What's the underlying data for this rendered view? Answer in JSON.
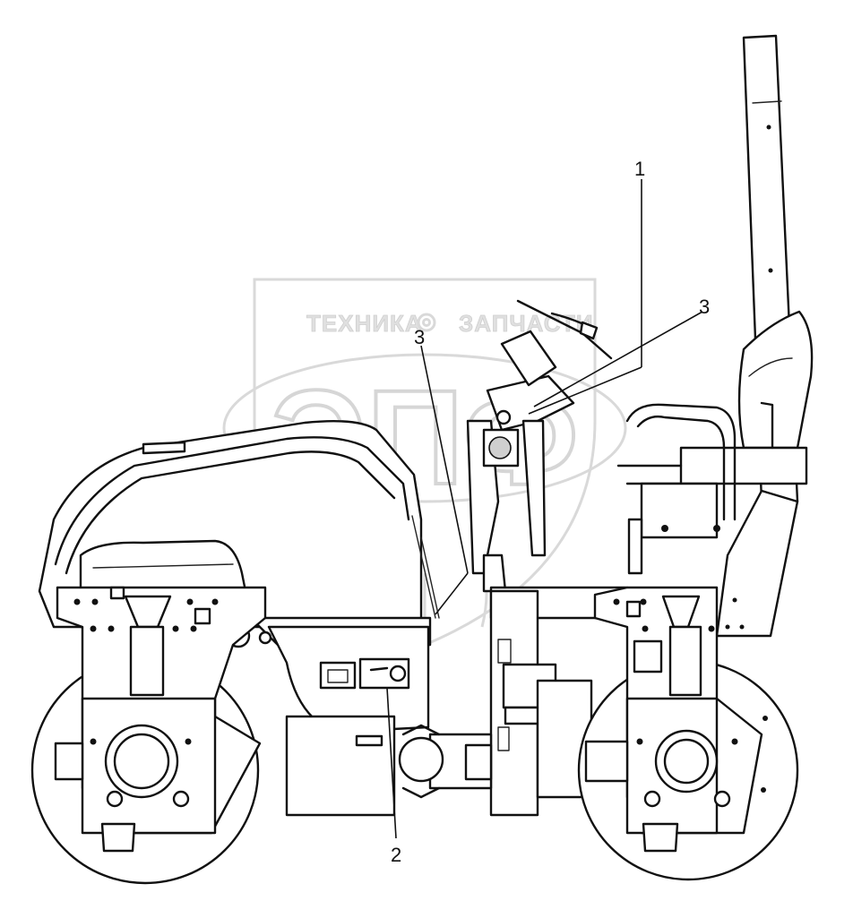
{
  "watermark": {
    "line1_left": "ТЕХНИКА",
    "line1_right": "ЗАПЧАСТИ",
    "emblem": "ЭПФ",
    "gear_icon": "gear-icon"
  },
  "callouts": [
    {
      "id": "1",
      "label": "1"
    },
    {
      "id": "2",
      "label": "2"
    },
    {
      "id": "3a",
      "label": "3"
    },
    {
      "id": "3b",
      "label": "3"
    }
  ],
  "colors": {
    "line": "#111111",
    "watermark": "#d9d9d9",
    "background": "#ffffff"
  }
}
